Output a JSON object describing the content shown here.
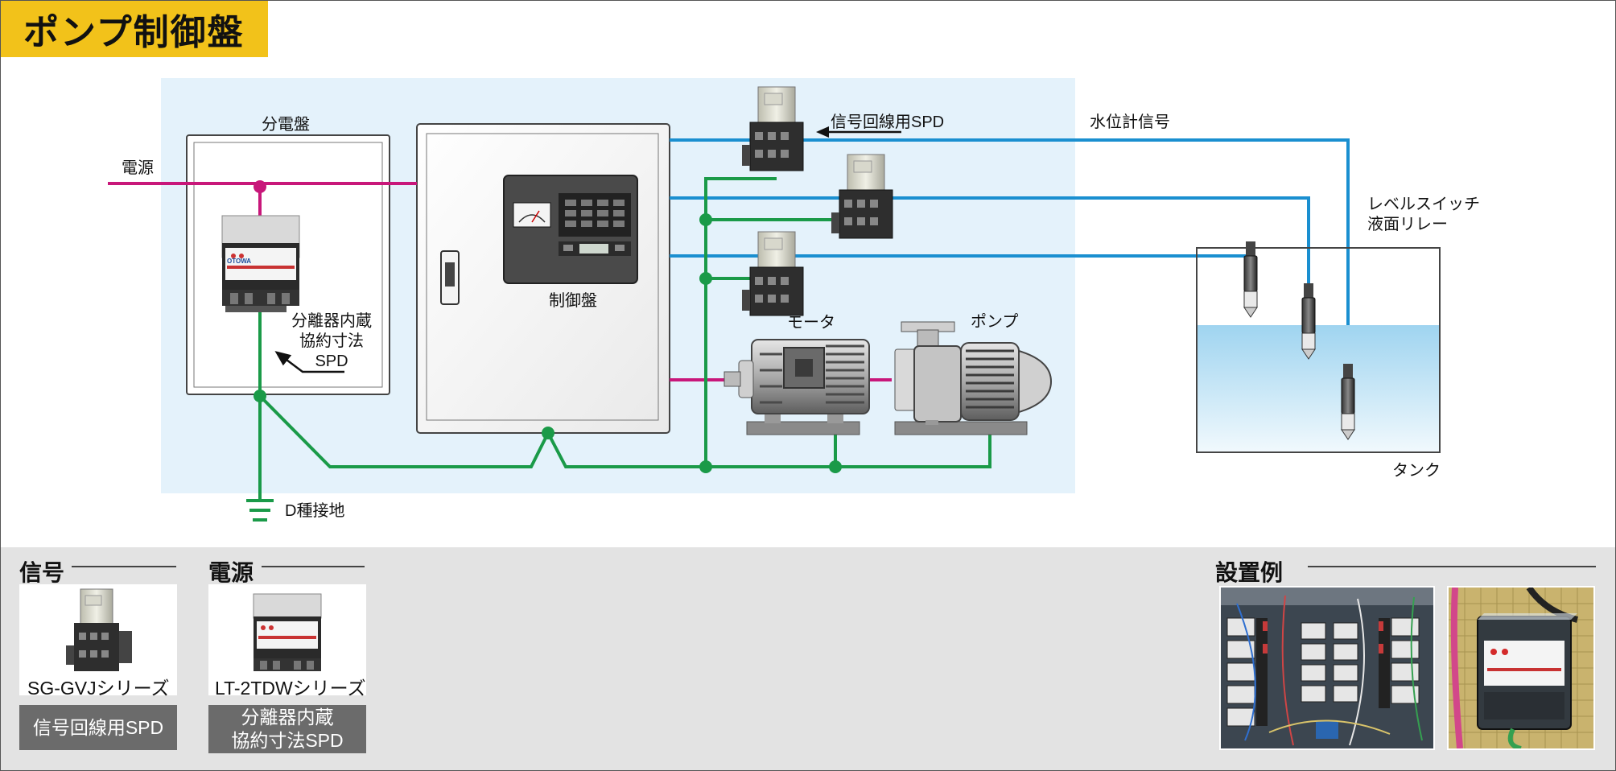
{
  "title": "ポンプ制御盤",
  "labels": {
    "distribution_board": "分電盤",
    "power_source": "電源",
    "separator_spd": [
      "分離器内蔵",
      "協約寸法",
      "SPD"
    ],
    "control_panel": "制御盤",
    "signal_spd": "信号回線用SPD",
    "water_level_signal": "水位計信号",
    "level_switch": [
      "レベルスイッチ",
      "液面リレー"
    ],
    "motor": "モータ",
    "pump": "ポンプ",
    "tank": "タンク",
    "ground": "D種接地",
    "brand": "OTOWA"
  },
  "bottom": {
    "signal": {
      "heading": "信号",
      "product": "SG-GVJシリーズ",
      "tag": [
        "信号回線用SPD"
      ]
    },
    "power": {
      "heading": "電源",
      "product": "LT-2TDWシリーズ",
      "tag": [
        "分離器内蔵",
        "協約寸法SPD"
      ]
    },
    "installation": {
      "heading": "設置例"
    }
  },
  "colors": {
    "power_line": "#c8177a",
    "signal_line": "#1a8fd0",
    "ground_line": "#1a9a48",
    "accent": "#f2c21a",
    "zone_bg": "#e4f2fb"
  }
}
